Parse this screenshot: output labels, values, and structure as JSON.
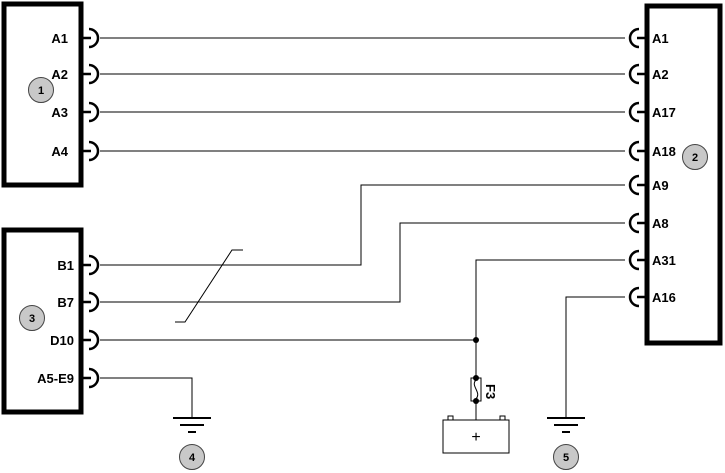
{
  "components": [
    {
      "id": "1",
      "pins": [
        "A1",
        "A2",
        "A3",
        "A4"
      ]
    },
    {
      "id": "2",
      "pins": [
        "A1",
        "A2",
        "A17",
        "A18",
        "A9",
        "A8",
        "A31",
        "A16"
      ]
    },
    {
      "id": "3",
      "pins": [
        "B1",
        "B7",
        "D10",
        "A5-E9"
      ]
    }
  ],
  "grounds": [
    {
      "id": "4"
    },
    {
      "id": "5"
    }
  ],
  "fuse": {
    "label": "F3"
  },
  "battery": {
    "symbol": "+"
  },
  "colors": {
    "line": "#000000",
    "callout_fill": "#c8c8c8"
  }
}
